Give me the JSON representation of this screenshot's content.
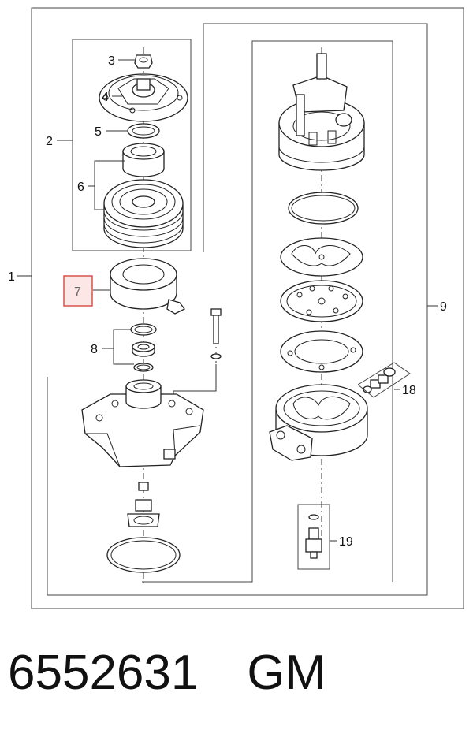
{
  "callouts": {
    "c1": "1",
    "c2": "2",
    "c3": "3",
    "c4": "4",
    "c5": "5",
    "c6": "6",
    "c7": "7",
    "c8": "8",
    "c9": "9",
    "c18": "18",
    "c19": "19"
  },
  "highlight": {
    "part": "7",
    "border_color": "#d9534f",
    "fill_color": "#fde6e6"
  },
  "footer": {
    "part_number": "6552631",
    "brand": "GM"
  }
}
